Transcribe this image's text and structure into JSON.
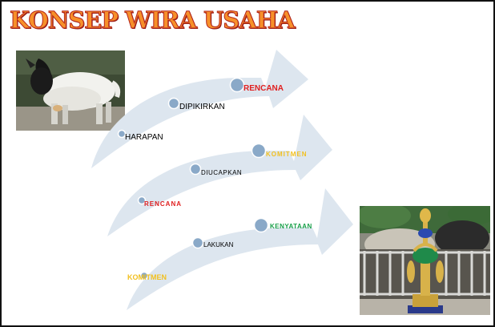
{
  "slide": {
    "title": "KONSEP WIRA USAHA"
  },
  "images": {
    "goat": "white-goat-photo",
    "trophy": "goat-with-trophy-photo"
  },
  "arrows": [
    {
      "labels": [
        {
          "text": "HARAPAN",
          "color": "#1a1a1a"
        },
        {
          "text": "DIPIKIRKAN",
          "color": "#1a1a1a"
        },
        {
          "text": "RENCANA",
          "color": "#e02020"
        }
      ]
    },
    {
      "labels": [
        {
          "text": "RENCANA",
          "color": "#e02020"
        },
        {
          "text": "DIUCAPKAN",
          "color": "#1a1a1a"
        },
        {
          "text": "KOMITMEN",
          "color": "#f2c020"
        }
      ]
    },
    {
      "labels": [
        {
          "text": "KOMITMEN",
          "color": "#f2c020"
        },
        {
          "text": "LAKUKAN",
          "color": "#1a1a1a"
        },
        {
          "text": "KENYATAAN",
          "color": "#19a04a"
        }
      ]
    }
  ],
  "colors": {
    "title_fill": "#f6902a",
    "title_stroke": "#b4231b",
    "arrow": "#dde6ef",
    "node": "#8aa9c8"
  }
}
